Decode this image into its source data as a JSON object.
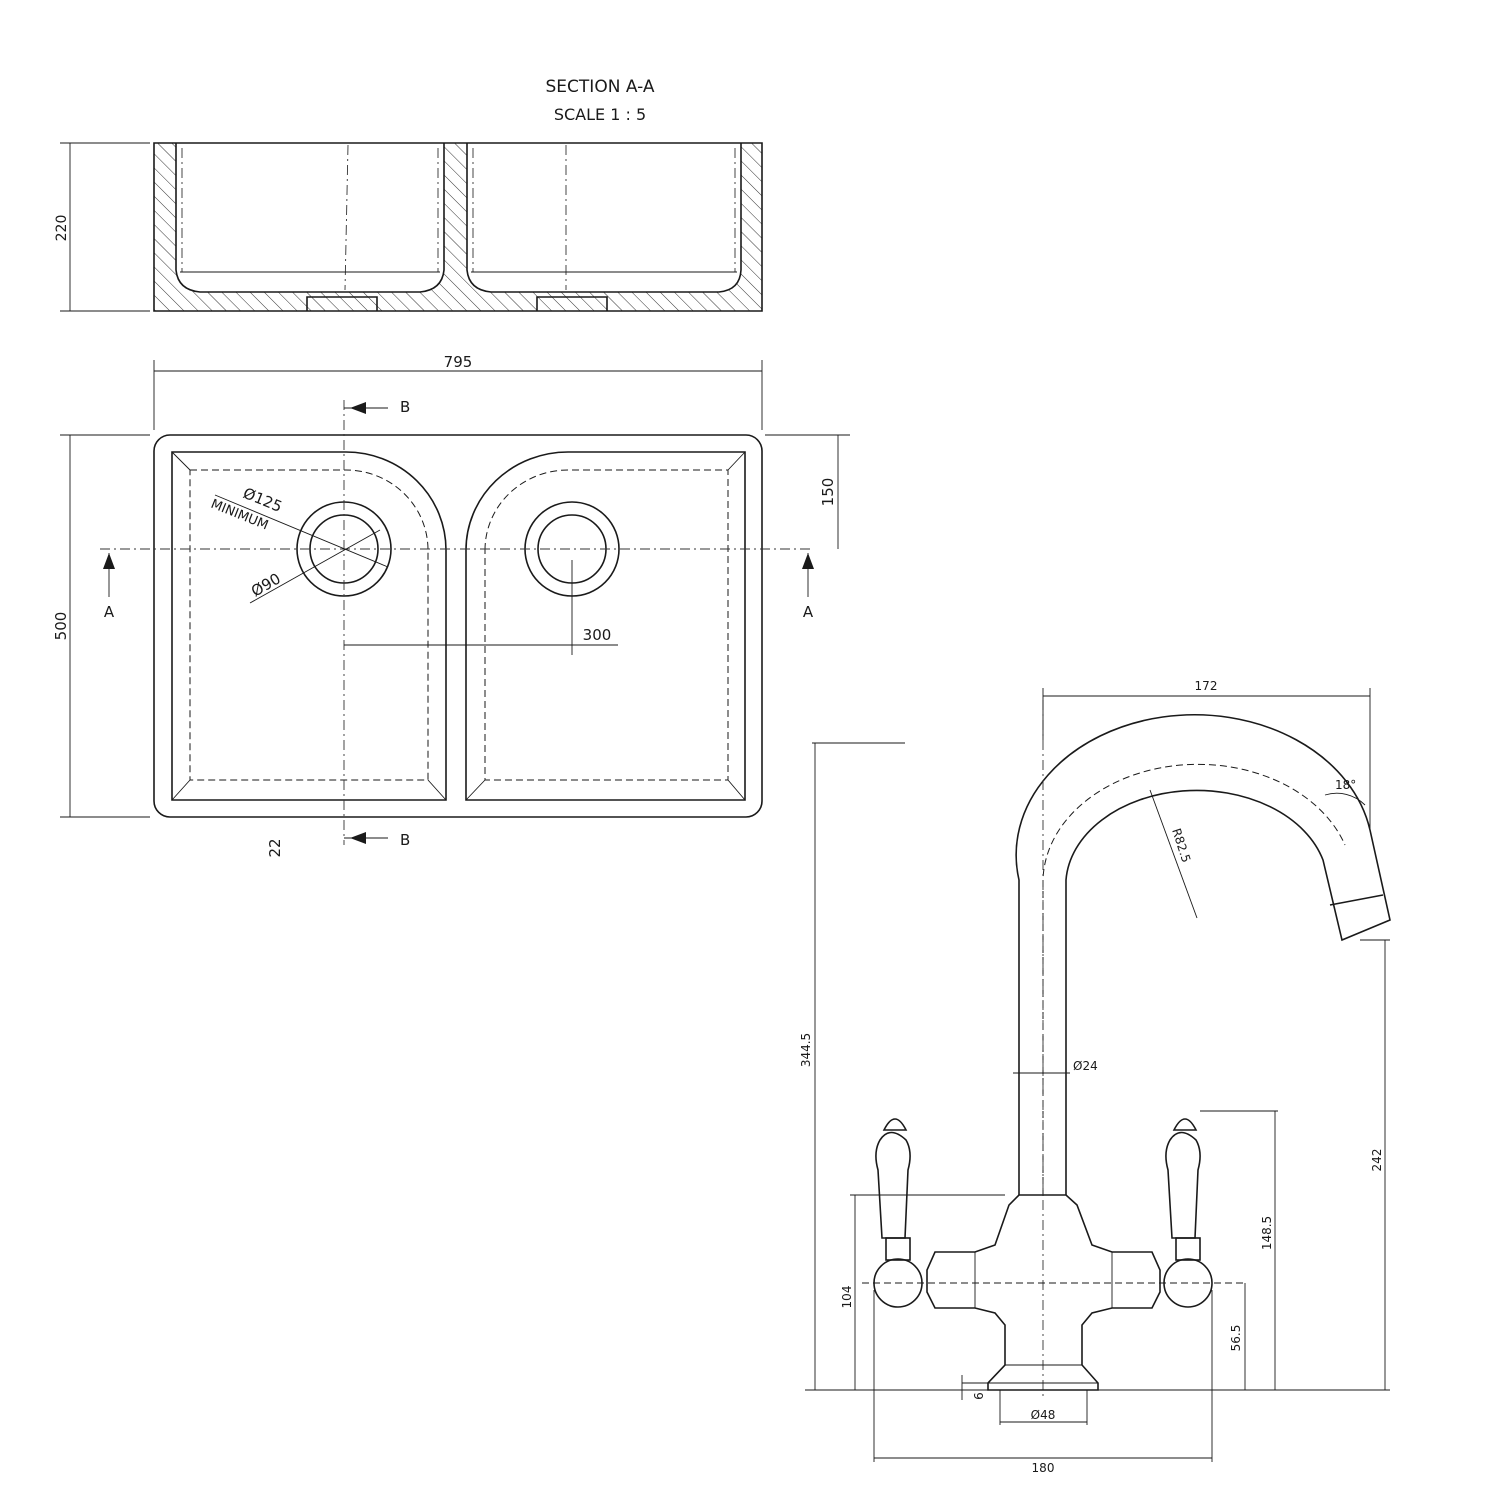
{
  "section": {
    "title": "SECTION A-A",
    "scale": "SCALE 1 : 5",
    "height_dim": "220"
  },
  "plan": {
    "width_dim": "795",
    "depth_dim": "500",
    "offset_dim": "150",
    "drain_spacing_dim": "300",
    "edge_dim": "22",
    "cutout_dim": "Ø125",
    "cutout_note": "MINIMUM",
    "waste_dim": "Ø90",
    "section_b_label": "B",
    "section_a_label": "A"
  },
  "tap": {
    "reach_dim": "172",
    "angle_dim": "18°",
    "radius_dim": "R82.5",
    "height_dim": "344.5",
    "spout_dia_dim": "Ø24",
    "spout_height_dim": "242",
    "handle_height_dim": "148.5",
    "body_height_dim": "104",
    "axis_height_dim": "56.5",
    "base_thk_dim": "6",
    "base_dia_dim": "Ø48",
    "width_dim": "180"
  }
}
